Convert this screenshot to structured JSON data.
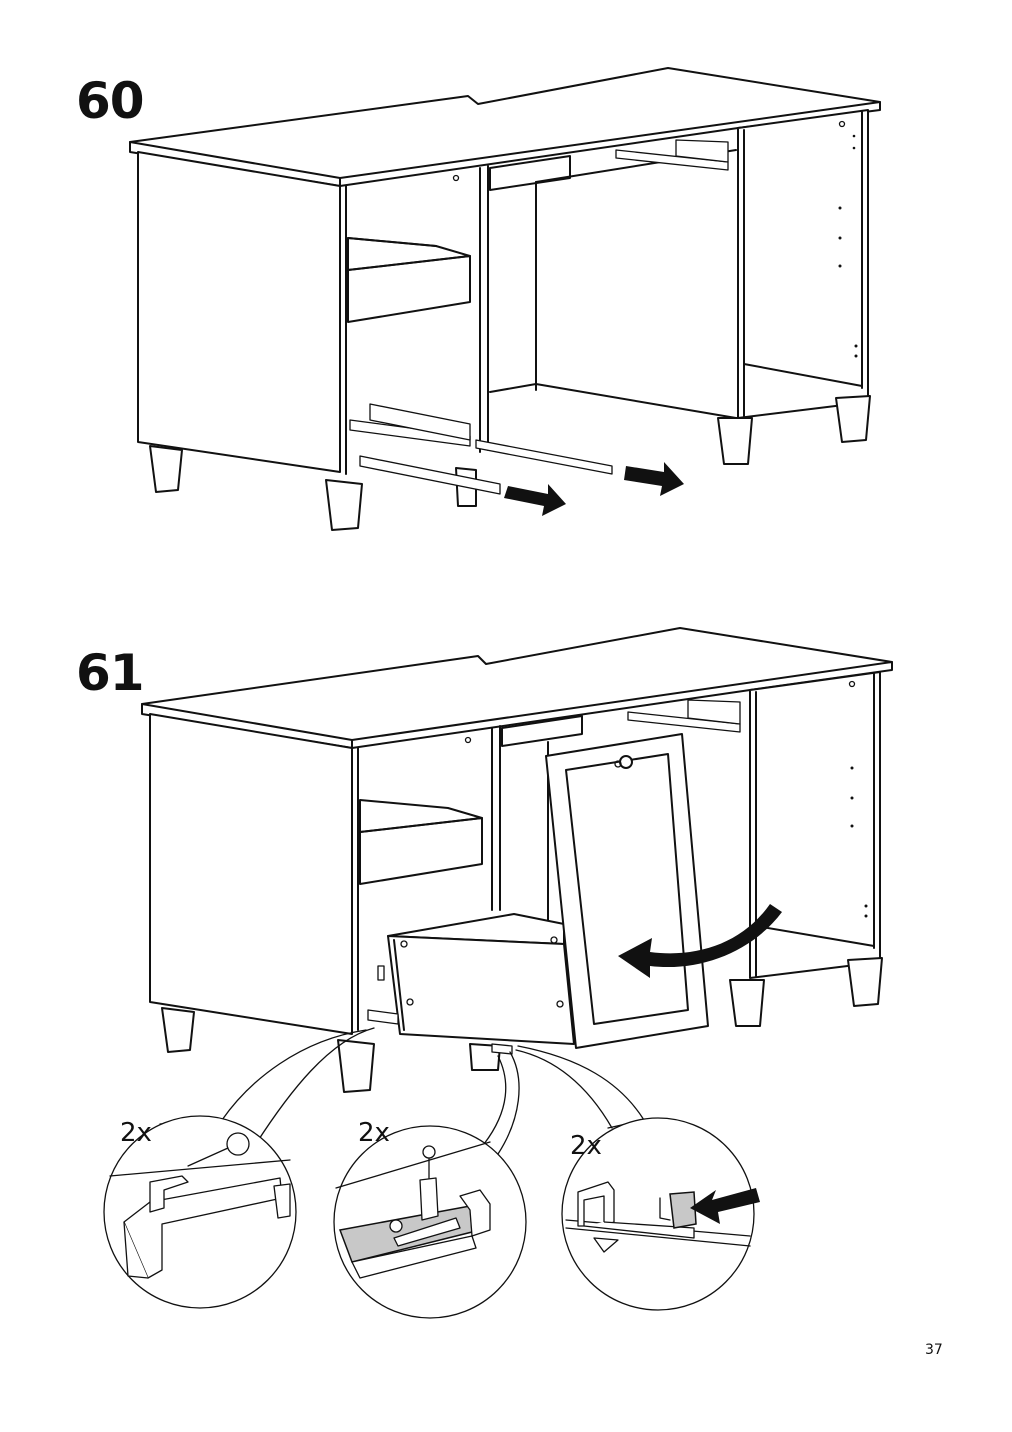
{
  "page": {
    "page_number": "37"
  },
  "steps": [
    {
      "number": "60",
      "icons": [
        "arrow-right-icon",
        "arrow-right-icon"
      ]
    },
    {
      "number": "61",
      "details": [
        {
          "quantity": "2x"
        },
        {
          "quantity": "2x"
        },
        {
          "quantity": "2x"
        }
      ],
      "icons": [
        "curved-arrow-left-icon",
        "arrow-left-icon"
      ]
    }
  ]
}
